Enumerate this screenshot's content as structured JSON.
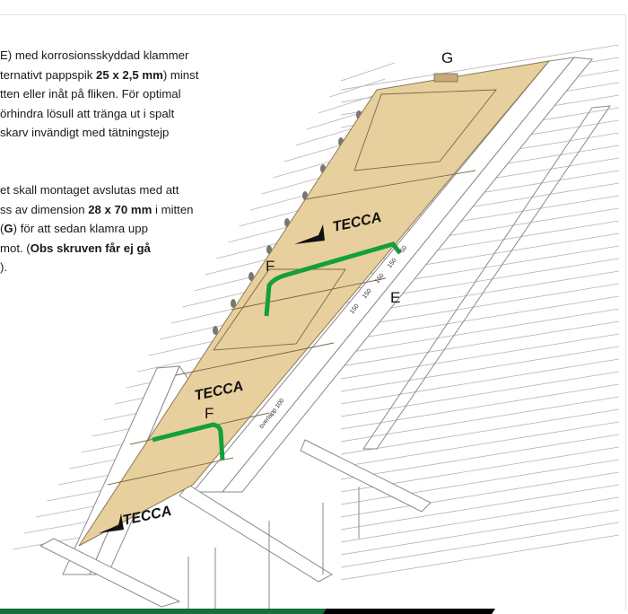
{
  "paragraph1": [
    [
      {
        "t": "E) med korrosionsskyddad klammer",
        "b": false
      }
    ],
    [
      {
        "t": "ternativt pappspik ",
        "b": false
      },
      {
        "t": "25 x 2,5 mm",
        "b": true
      },
      {
        "t": ") minst",
        "b": false
      }
    ],
    [
      {
        "t": "tten eller inåt på fliken. För optimal",
        "b": false
      }
    ],
    [
      {
        "t": "örhindra lösull att tränga ut i spalt",
        "b": false
      }
    ],
    [
      {
        "t": " skarv invändigt med tätningstejp",
        "b": false
      }
    ]
  ],
  "paragraph2": [
    [
      {
        "t": "et skall montaget avslutas med att",
        "b": false
      }
    ],
    [
      {
        "t": "ss av dimension ",
        "b": false
      },
      {
        "t": "28 x 70 mm",
        "b": true
      },
      {
        "t": " i mitten",
        "b": false
      }
    ],
    [
      {
        "t": " (",
        "b": false
      },
      {
        "t": "G",
        "b": true
      },
      {
        "t": ") för att sedan klamra upp",
        "b": false
      }
    ],
    [
      {
        "t": " mot. (",
        "b": false
      },
      {
        "t": "Obs skruven får ej gå",
        "b": true
      }
    ],
    [
      {
        "t": ").",
        "b": false
      }
    ]
  ],
  "illustration": {
    "labels": {
      "g": "G",
      "f_upper": "F",
      "f_lower": "F",
      "e": "E"
    },
    "measurements": [
      "150",
      "150",
      "150",
      "150",
      "50"
    ],
    "overlap_label": "överlapp 100",
    "brand_logo": "TECCA",
    "colors": {
      "board": "#e8cf9e",
      "tape": "#12a03c",
      "lines": "#9a9a9a"
    }
  },
  "footer": {
    "colors": {
      "green": "#13703a",
      "black": "#000000"
    }
  }
}
